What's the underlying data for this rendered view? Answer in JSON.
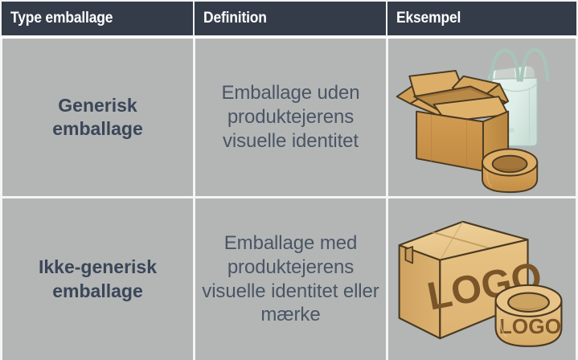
{
  "table": {
    "headers": [
      {
        "label": "Type emballage"
      },
      {
        "label": "Definition"
      },
      {
        "label": "Eksempel"
      }
    ],
    "rows": [
      {
        "type": "Generisk emballage",
        "definition": "Emballage uden produktejerens visuelle identitet",
        "example_alt": "open-cardboard-box-plastic-bag-tape-roll-illustration"
      },
      {
        "type": "Ikke-generisk emballage",
        "definition": "Emballage med produktejerens visuelle identitet eller mærke",
        "example_alt": "branded-cardboard-box-logo-tape-roll-logo-illustration"
      }
    ],
    "illustration_text": {
      "box_logo": "LOGO",
      "tape_logo": "LOGO"
    },
    "colors": {
      "header_background": "#343c4a",
      "header_text": "#ffffff",
      "cell_background": "#b3b6b5",
      "grid_line": "#f5f5f5",
      "type_text": "#3b4658",
      "definition_text": "#4a5565",
      "box_kraft": "#c28e46",
      "box_kraft_light": "#d9a961",
      "box_tan": "#e3bd7c",
      "box_tan_light": "#efd6a2",
      "logo_brown": "#7a5529",
      "bag_white": "#e2efe9",
      "outline": "#3a3028"
    }
  }
}
